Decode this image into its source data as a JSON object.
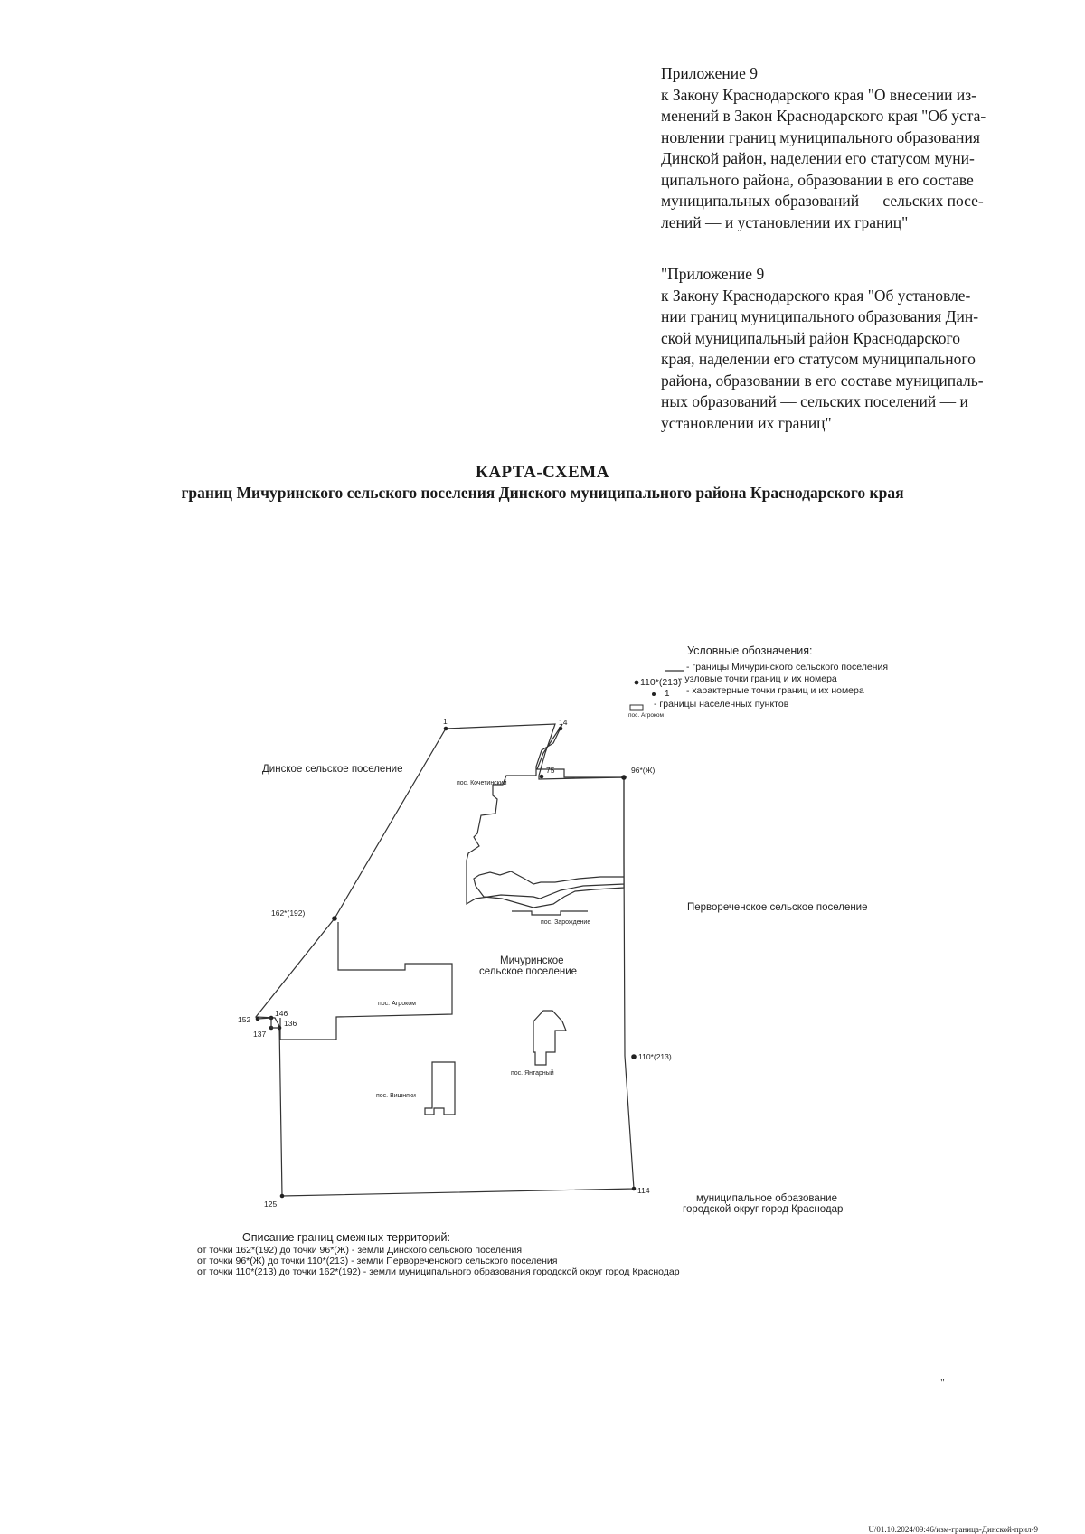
{
  "appendix_1": {
    "lines": [
      "Приложение 9",
      "к Закону Краснодарского края \"О внесении из-",
      "менений в Закон Краснодарского края \"Об уста-",
      "новлении границ муниципального образования",
      "Динской район, наделении его статусом муни-",
      "ципального района, образовании в его составе",
      "муниципальных образований — сельских посе-",
      "лений — и установлении их границ\""
    ]
  },
  "appendix_2": {
    "lines": [
      "\"Приложение 9",
      "к Закону Краснодарского края \"Об установле-",
      "нии границ муниципального образования Дин-",
      "ской муниципальный район Краснодарского",
      "края, наделении его статусом муниципального",
      "района, образовании в его составе муниципаль-",
      "ных образований — сельских поселений — и",
      "установлении их границ\""
    ]
  },
  "map_title": "КАРТА-СХЕМА",
  "map_subtitle": "границ Мичуринского сельского поселения Динского муниципального района Краснодарского края",
  "legend": {
    "title": "Условные обозначения:",
    "items": [
      {
        "symbol": "———",
        "text": "- границы Мичуринского сельского поселения"
      },
      {
        "symbol": "●110*(213)",
        "text": "- узловые точки границ и их номера"
      },
      {
        "symbol": "● 1",
        "text": "- характерные точки границ и их номера"
      },
      {
        "symbol": "пос. Агроком",
        "text": "- границы населенных пунктов"
      }
    ]
  },
  "map": {
    "regions": {
      "dinskoe": "Динское сельское поселение",
      "pervorechenskoe": "Первореченское сельское поселение",
      "michurinskoe_1": "Мичуринское",
      "michurinskoe_2": "сельское поселение",
      "krasnodar_1": "муниципальное образование",
      "krasnodar_2": "городской округ город Краснодар"
    },
    "settlements": {
      "kochetinsky": "пос. Кочетинский",
      "zarozhdenie": "пос. Зарождение",
      "agrokom": "пос. Агроком",
      "yantarny": "пос. Янтарный",
      "vishnyaki": "пос. Вишняки"
    },
    "points": {
      "p1": "1",
      "p14": "14",
      "p75": "75",
      "p96": "96*(Ж)",
      "p162": "162*(192)",
      "p152": "152",
      "p146": "146",
      "p137": "137",
      "p136": "136",
      "p110": "110*(213)",
      "p114": "114",
      "p125": "125"
    }
  },
  "adjacent": {
    "title": "Описание границ смежных территорий:",
    "lines": [
      "от точки 162*(192) до точки 96*(Ж) - земли Динского сельского поселения",
      "от точки 96*(Ж) до точки 110*(213) - земли Первореченского сельского поселения",
      "от точки 110*(213) до точки 162*(192) - земли муниципального образования городской округ город Краснодар"
    ]
  },
  "footer_mark": "\"",
  "footer_code": "U/01.10.2024/09:46/изм-граница-Динской-прил-9"
}
